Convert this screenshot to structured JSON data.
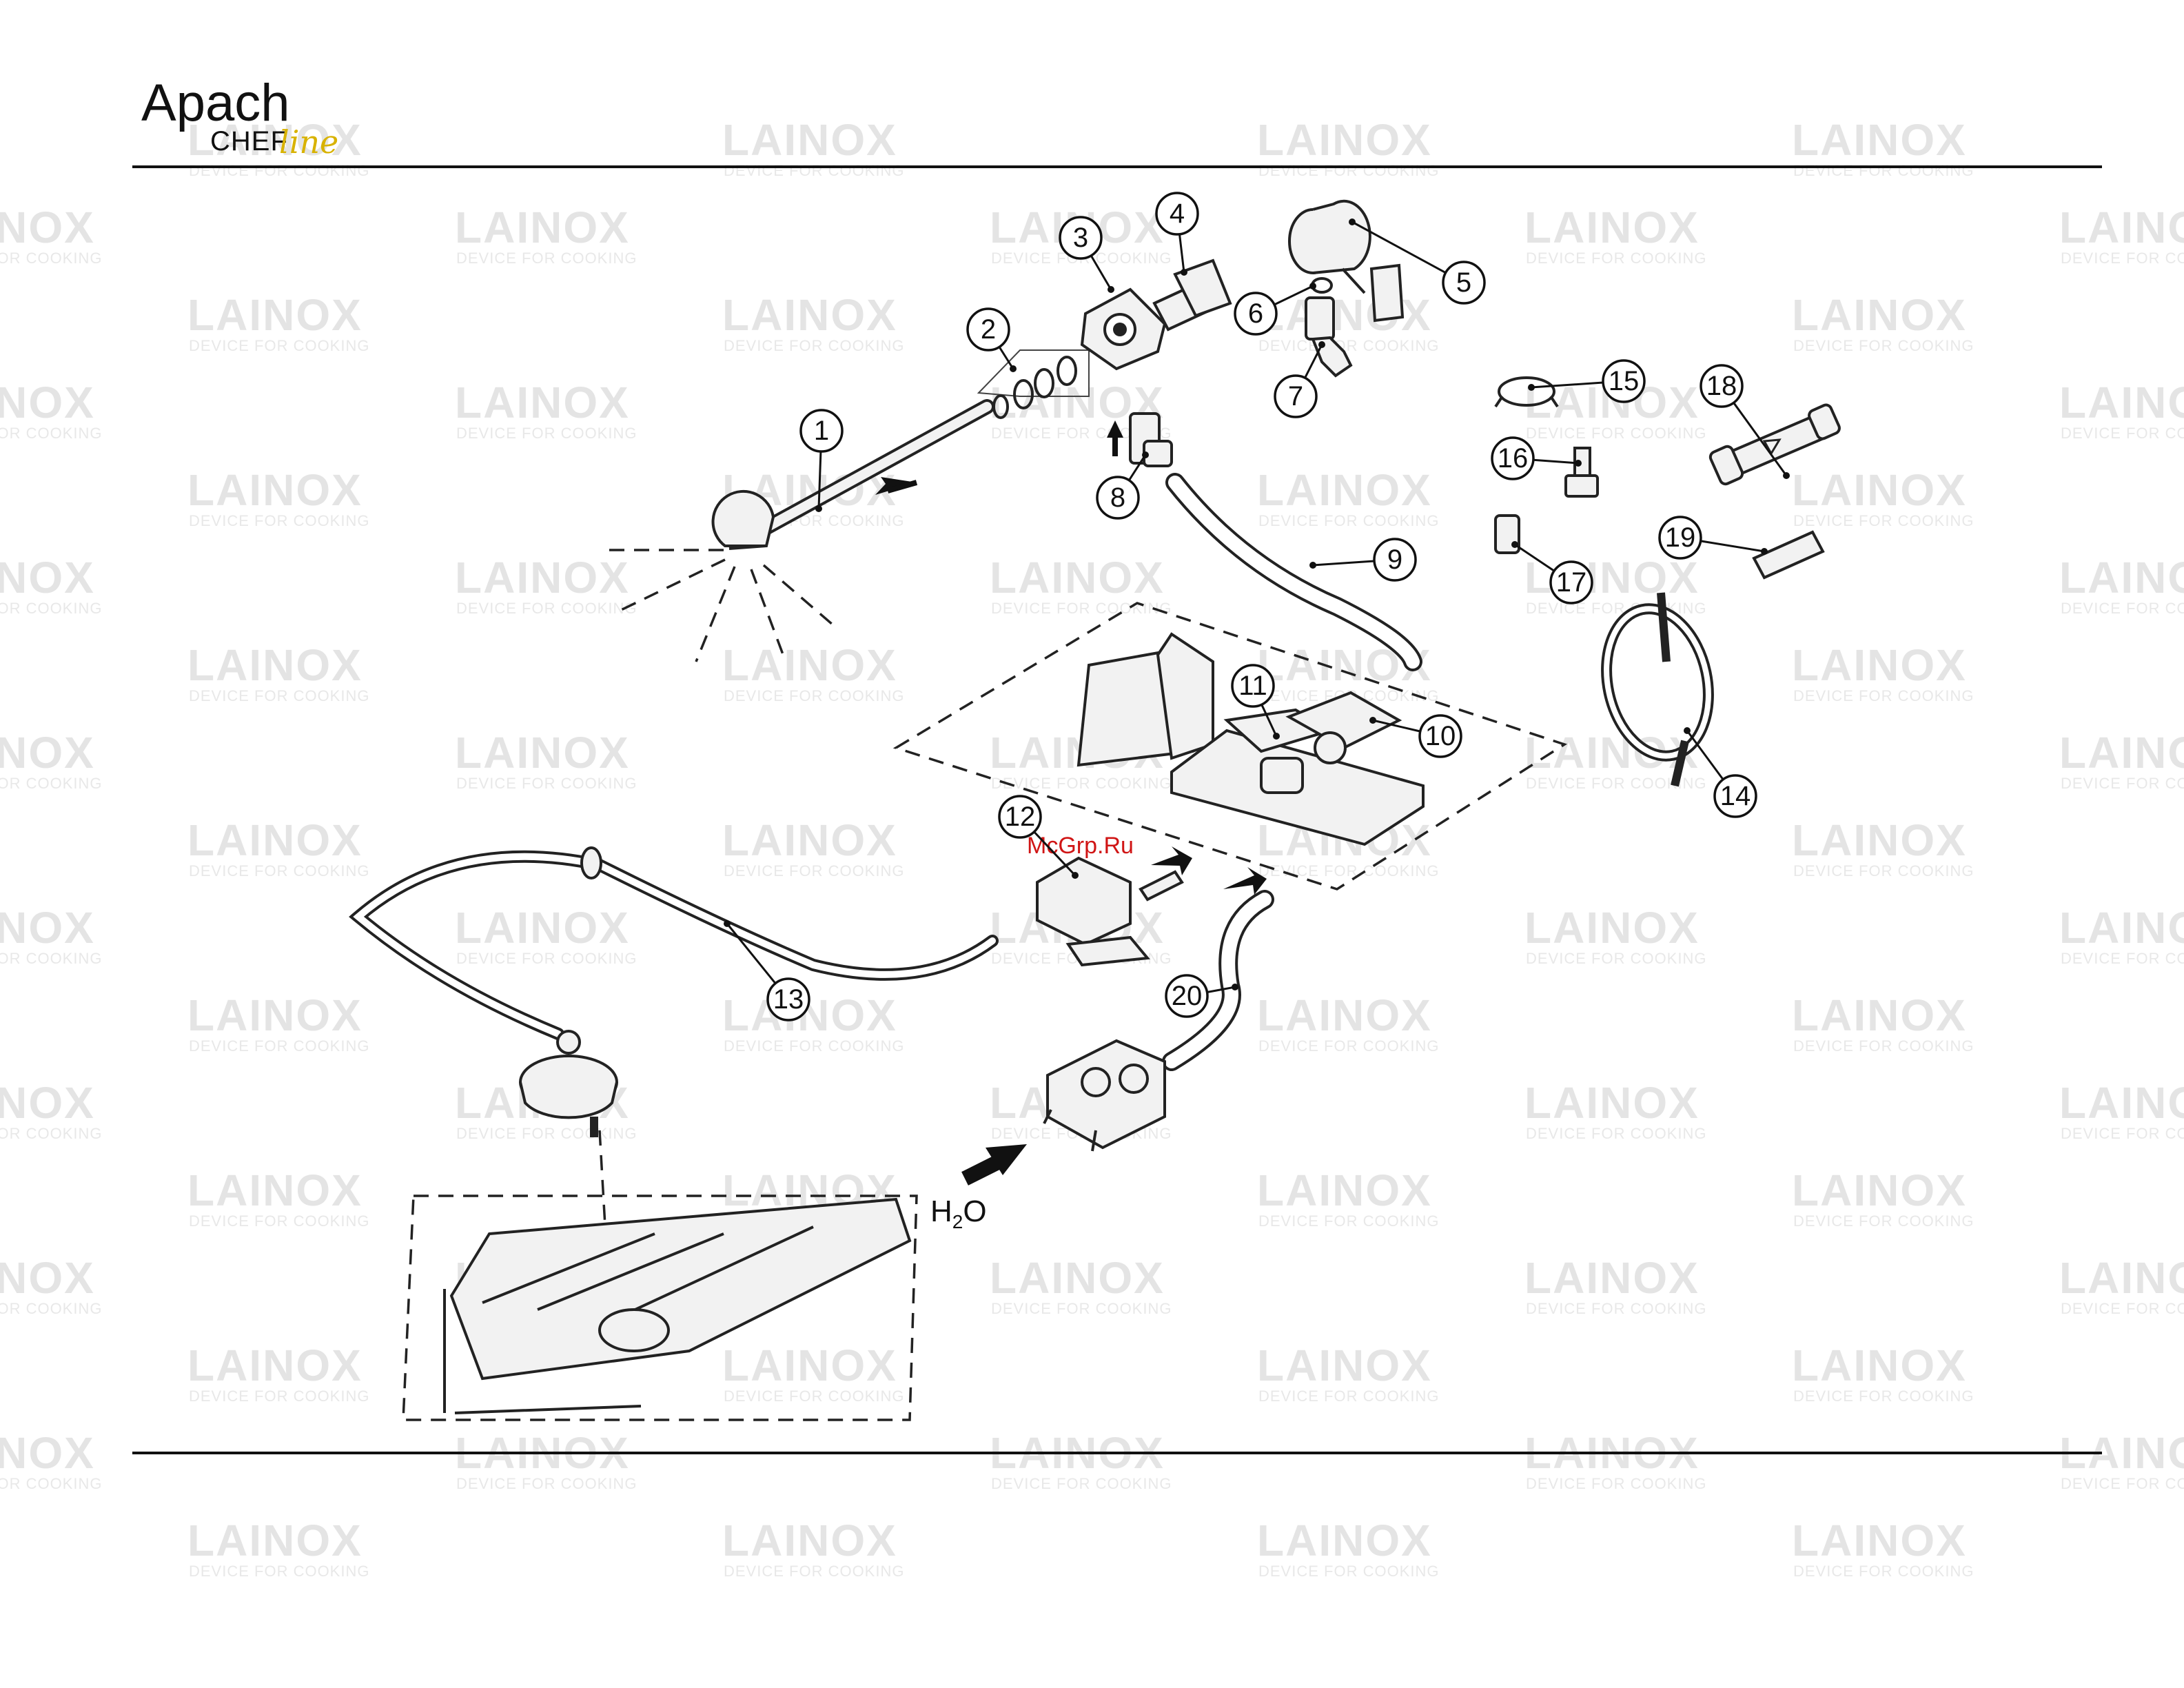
{
  "header": {
    "brand_name": "Apach",
    "brand_sub": "CHEF",
    "brand_script": "line"
  },
  "watermark": {
    "main": "LAINOX",
    "sub": "DEVICE FOR COOKING"
  },
  "diagram": {
    "callouts": [
      "1",
      "2",
      "3",
      "4",
      "5",
      "6",
      "7",
      "8",
      "9",
      "10",
      "11",
      "12",
      "13",
      "14",
      "15",
      "16",
      "17",
      "18",
      "19",
      "20"
    ],
    "water_label_main": "H",
    "water_label_sub": "2",
    "water_label_end": "O",
    "site_tag": "McGrp.Ru"
  },
  "colors": {
    "line": "#111111",
    "watermark": "#e4e4e4",
    "brand_accent": "#d8b200",
    "site_tag": "#d01515"
  }
}
